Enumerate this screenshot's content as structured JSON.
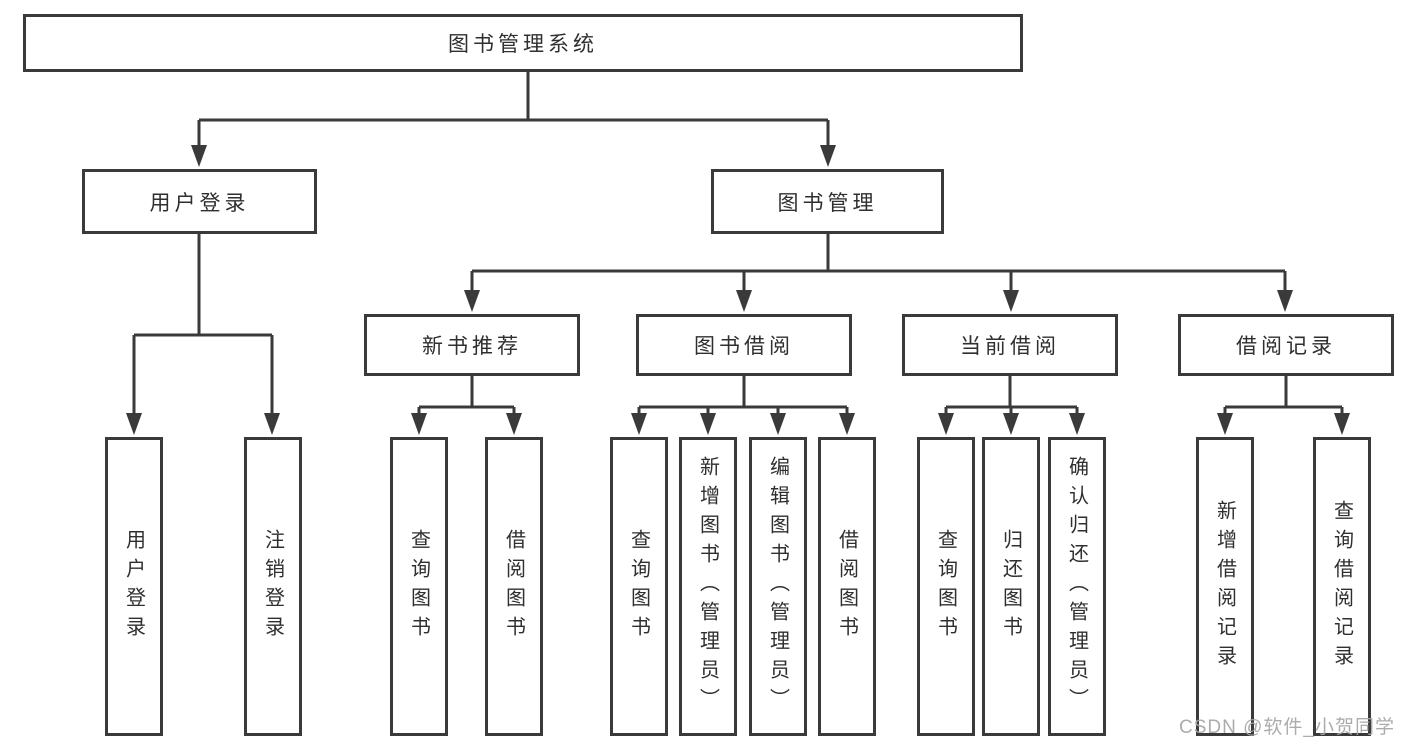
{
  "diagram": {
    "root": {
      "label": "图书管理系统"
    },
    "branches": [
      {
        "label": "用户登录",
        "children": [
          {
            "label": "用户登录"
          },
          {
            "label": "注销登录"
          }
        ]
      },
      {
        "label": "图书管理",
        "children": [
          {
            "label": "新书推荐",
            "children": [
              {
                "label": "查询图书"
              },
              {
                "label": "借阅图书"
              }
            ]
          },
          {
            "label": "图书借阅",
            "children": [
              {
                "label": "查询图书"
              },
              {
                "label": "新增图书（管理员）"
              },
              {
                "label": "编辑图书（管理员）"
              },
              {
                "label": "借阅图书"
              }
            ]
          },
          {
            "label": "当前借阅",
            "children": [
              {
                "label": "查询图书"
              },
              {
                "label": "归还图书"
              },
              {
                "label": "确认归还（管理员）"
              }
            ]
          },
          {
            "label": "借阅记录",
            "children": [
              {
                "label": "新增借阅记录"
              },
              {
                "label": "查询借阅记录"
              }
            ]
          }
        ]
      }
    ]
  },
  "watermark": {
    "text": "CSDN @软件_小贺同学"
  },
  "colors": {
    "line": "#3a3a3a",
    "box_border": "#3a3a3a",
    "text": "#2f2f2f",
    "watermark": "#a6a6a6",
    "background": "#ffffff"
  }
}
